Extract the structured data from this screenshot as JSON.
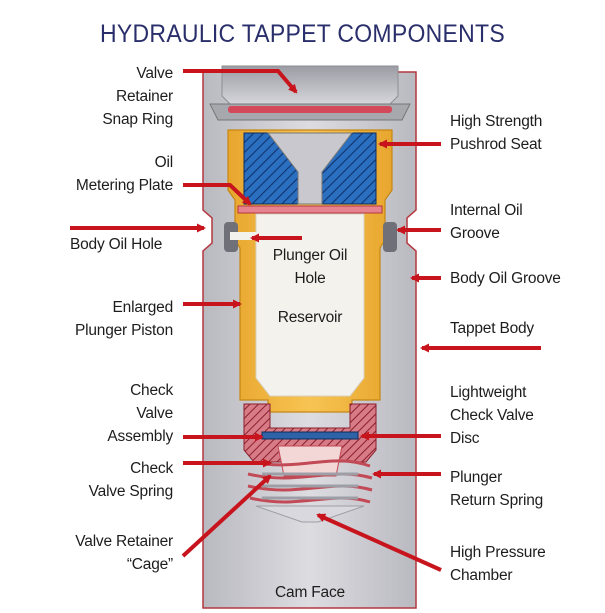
{
  "title": "HYDRAULIC TAPPET COMPONENTS",
  "labels": {
    "valve_retainer_snap_ring": "Valve\nRetainer\nSnap Ring",
    "oil_metering_plate": "Oil\nMetering Plate",
    "body_oil_hole": "Body Oil Hole",
    "enlarged_plunger_piston": "Enlarged\nPlunger Piston",
    "check_valve_assembly": "Check\nValve\nAssembly",
    "check_valve_spring": "Check\nValve Spring",
    "valve_retainer_cage": "Valve Retainer\n“Cage”",
    "high_strength_pushrod_seat": "High Strength\nPushrod Seat",
    "internal_oil_groove": "Internal Oil\nGroove",
    "body_oil_groove": "Body Oil Groove",
    "tappet_body": "Tappet Body",
    "lightweight_check_valve_disc": "Lightweight\nCheck Valve\nDisc",
    "plunger_return_spring": "Plunger\nReturn Spring",
    "high_pressure_chamber": "High Pressure\nChamber",
    "cam_face": "Cam Face",
    "plunger_oil_hole": "Plunger Oil\nHole",
    "reservoir": "Reservoir"
  },
  "colors": {
    "title": "#2a2f6b",
    "body": "#c9c9cf",
    "body_outline": "#b3373f",
    "plunger": "#f2b740",
    "reservoir": "#f4f2ec",
    "pushrod_seat": "#2a6fc0",
    "arrow": "#c8141c",
    "check_disc": "#2f63a8",
    "spring": "#c24a56"
  }
}
